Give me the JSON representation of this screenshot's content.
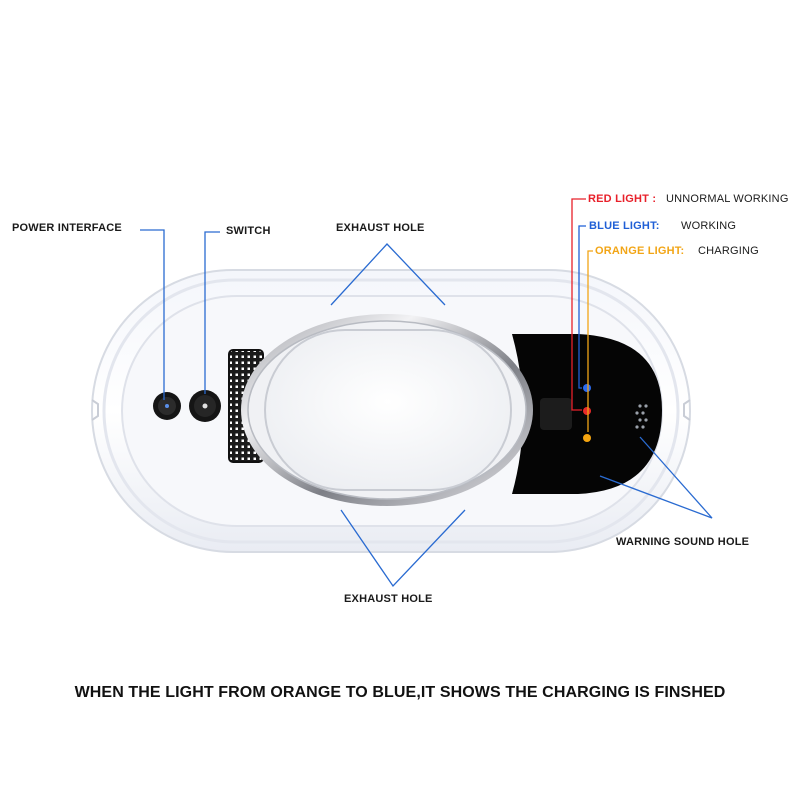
{
  "labels": {
    "power_interface": "POWER INTERFACE",
    "switch": "SWITCH",
    "exhaust_top": "EXHAUST HOLE",
    "exhaust_bottom": "EXHAUST HOLE",
    "warning_sound": "WARNING SOUND HOLE"
  },
  "lights": [
    {
      "name": "RED LIGHT :",
      "meaning": "UNNORMAL WORKING",
      "color": "#e8202a"
    },
    {
      "name": "BLUE LIGHT:",
      "meaning": "WORKING",
      "color": "#1f5fd6"
    },
    {
      "name": "ORANGE LIGHT:",
      "meaning": "CHARGING",
      "color": "#f2a516"
    }
  ],
  "caption": "WHEN THE LIGHT FROM ORANGE TO BLUE,IT SHOWS THE CHARGING IS FINSHED",
  "colors": {
    "leader_line": "#2a6bd1"
  }
}
